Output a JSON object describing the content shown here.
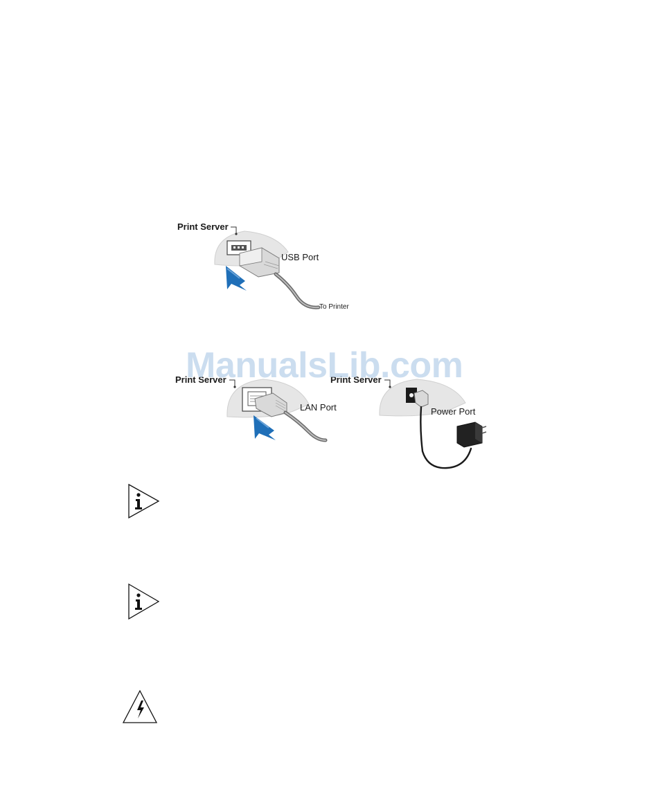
{
  "usb_figure": {
    "device_label": "Print Server",
    "port_label": "USB Port",
    "cable_label": "To Printer"
  },
  "lan_figure": {
    "device_label": "Print Server",
    "port_label": "LAN Port"
  },
  "power_figure": {
    "device_label": "Print Server",
    "port_label": "Power Port"
  },
  "watermark": "ManualsLib.com",
  "icons": [
    "info-note-icon",
    "info-note-icon",
    "electrical-warning-icon"
  ],
  "colors": {
    "arrow_blue": "#1f6fb8",
    "device_grey": "#e6e6e6",
    "watermark": "#b8d0ea"
  }
}
